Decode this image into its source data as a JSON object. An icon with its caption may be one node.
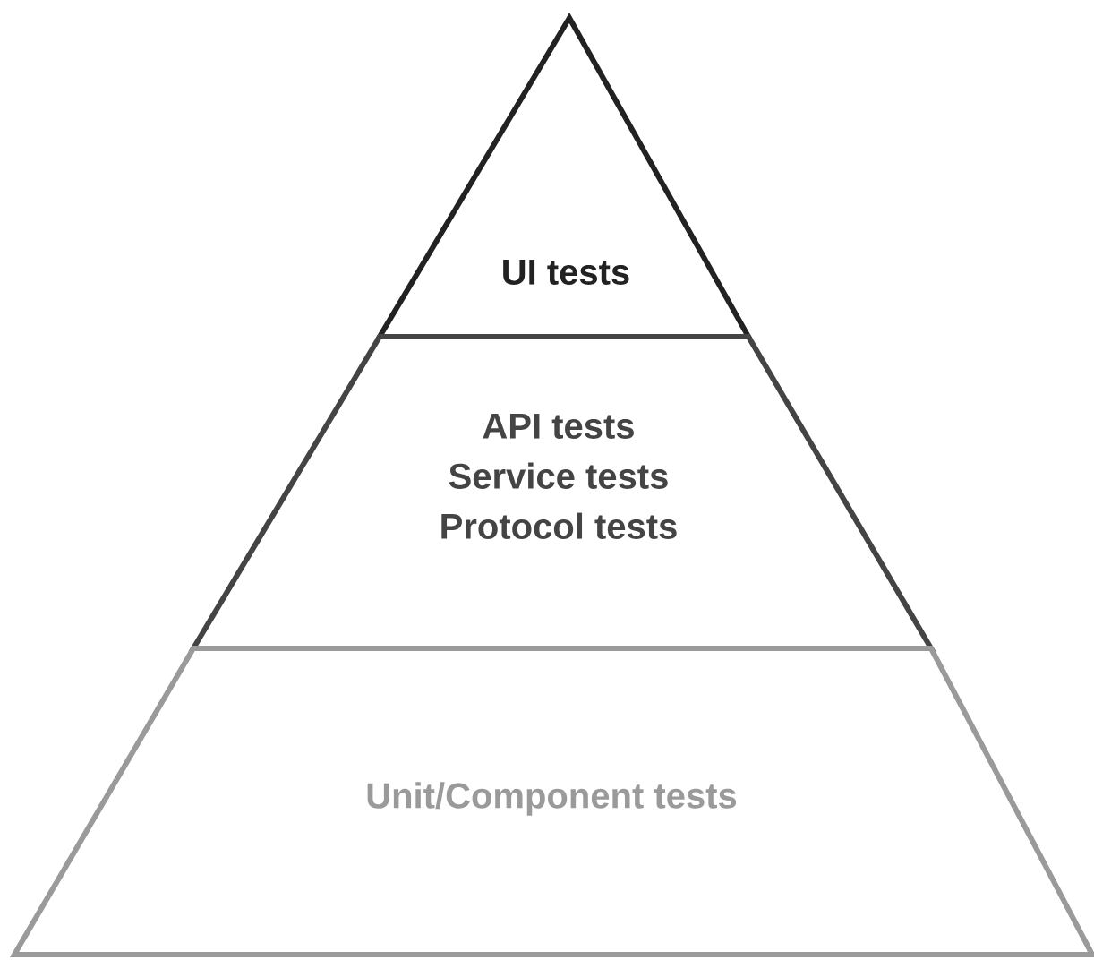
{
  "diagram": {
    "nodes": [
      {
        "text": [
          "UI tests"
        ]
      },
      {
        "text": [
          "API tests",
          "Service tests",
          "Protocol tests"
        ]
      },
      {
        "text": [
          "Unit/Component tests"
        ]
      }
    ]
  }
}
